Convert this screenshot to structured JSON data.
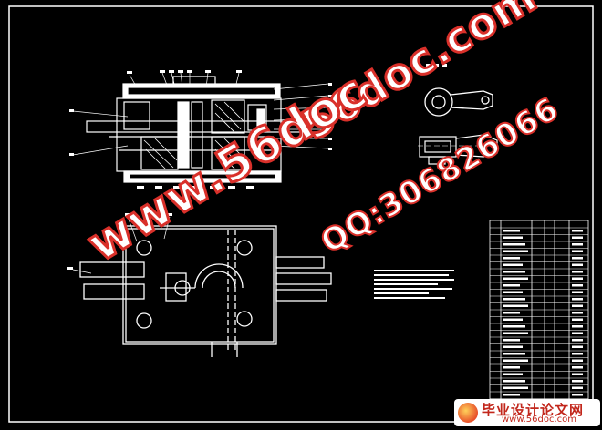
{
  "drawing": {
    "view_title": "副 件 图"
  },
  "watermark": {
    "site_text": "56doc.com",
    "www_text": "www.56doc",
    "qq_text": "QQ:306826066"
  },
  "brand": {
    "title": "毕业设计论文网",
    "url": "www.56doc.com"
  },
  "colors": {
    "background": "#000000",
    "line": "#ffffff",
    "accent": "#d9302a"
  }
}
